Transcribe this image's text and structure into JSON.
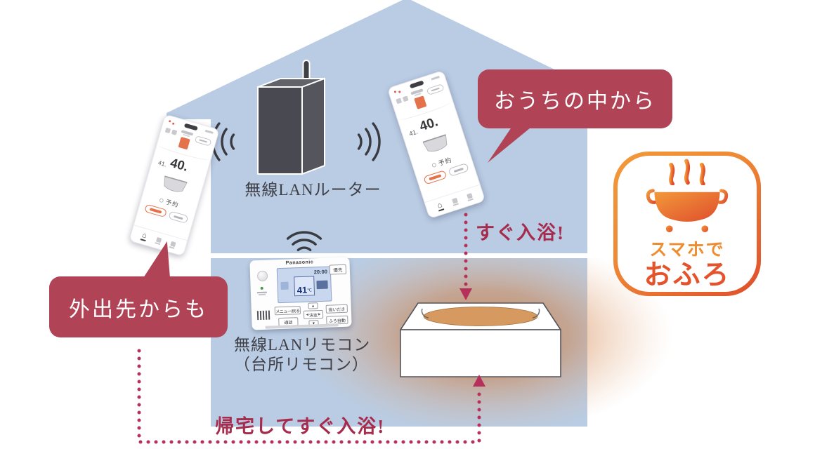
{
  "callouts": {
    "from_inside": "おうちの中から",
    "from_outside": "外出先からも"
  },
  "labels": {
    "router": "無線LANルーター",
    "remote_line1": "無線LANリモコン",
    "remote_line2": "（台所リモコン）",
    "bathe_now": "すぐ入浴!",
    "bathe_after_home": "帰宅してすぐ入浴!"
  },
  "badge": {
    "line1": "スマホで",
    "line2": "おふろ"
  },
  "phone": {
    "temp_current": "41.",
    "temp_target": "40.",
    "reserve_label": "予約"
  },
  "remote": {
    "brand": "Panasonic",
    "clock": "20:00",
    "temp": "41",
    "temp_unit": "℃",
    "btn_priority": "優先",
    "btn_menu": "メニュー/戻る",
    "btn_call": "通話",
    "btn_ok": "決定",
    "btn_reheat": "追いだき",
    "btn_auto": "ふろ自動",
    "arrow_up": "▲",
    "arrow_down": "▼",
    "arrow_left": "◀",
    "arrow_right": "▶"
  },
  "icons": {
    "home_glyph": "⌂"
  },
  "colors": {
    "house_blue": "#b9cce3",
    "callout_red": "#b04355",
    "dot_red": "#b5305a",
    "message_red": "#a62c4e",
    "label_gray": "#3f3f47",
    "orange": "#ee8a35",
    "orange_deep": "#e2542e",
    "water_orange": "#d6995f",
    "router_dark": "#494951"
  }
}
